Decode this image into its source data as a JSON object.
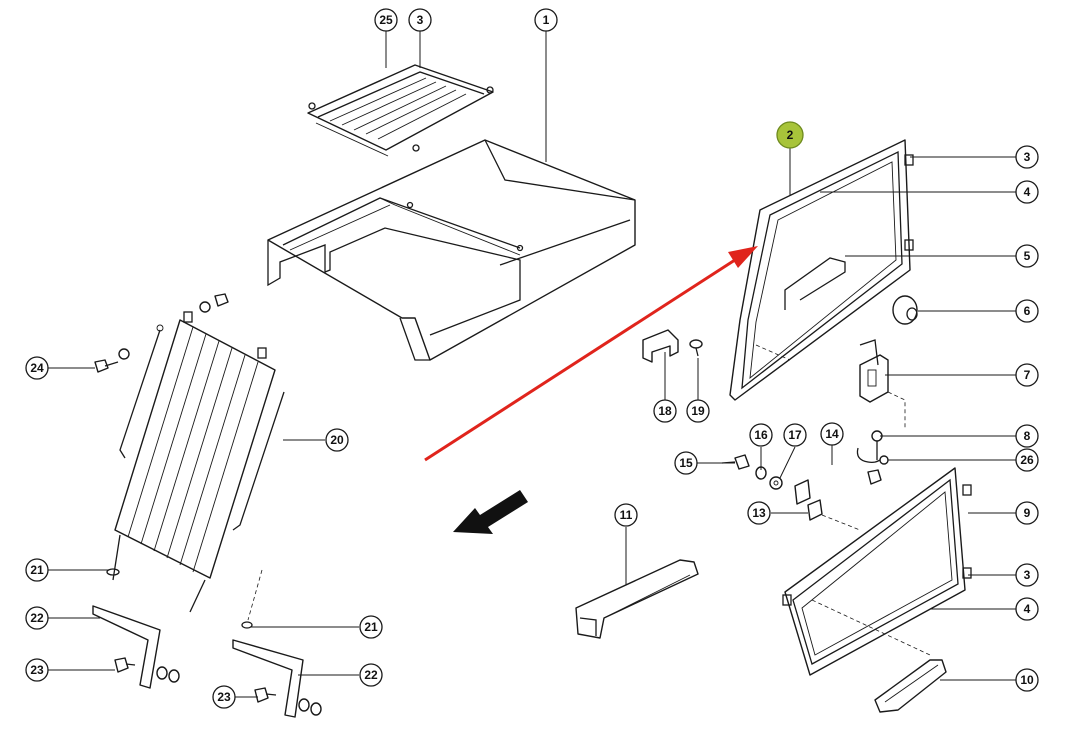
{
  "callouts": {
    "c25": "25",
    "c3a": "3",
    "c1": "1",
    "c2": "2",
    "c3b": "3",
    "c4a": "4",
    "c5": "5",
    "c6": "6",
    "c7": "7",
    "c8": "8",
    "c26": "26",
    "c9": "9",
    "c3c": "3",
    "c4b": "4",
    "c10": "10",
    "c18": "18",
    "c19": "19",
    "c16": "16",
    "c17": "17",
    "c14": "14",
    "c15": "15",
    "c13": "13",
    "c11": "11",
    "c24": "24",
    "c20": "20",
    "c21a": "21",
    "c22a": "22",
    "c23a": "23",
    "c21b": "21",
    "c22b": "22",
    "c23b": "23"
  },
  "colors": {
    "highlight": "#a8c43a",
    "arrow_red": "#e0241c",
    "line": "#1a1a1a"
  }
}
